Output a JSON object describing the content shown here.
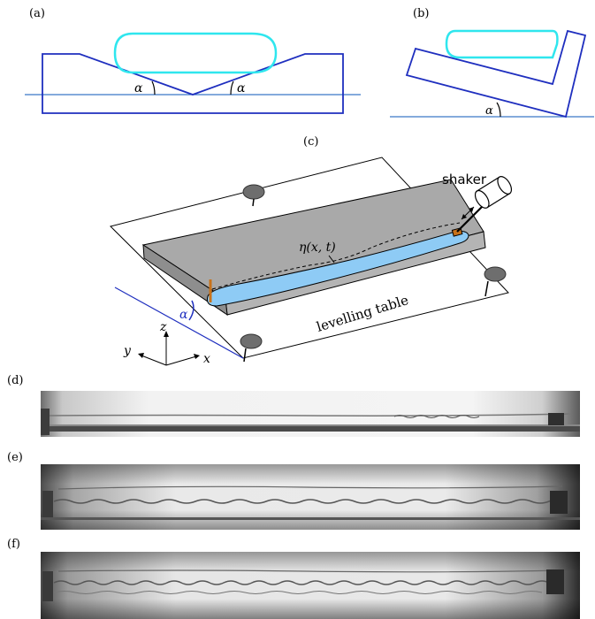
{
  "panels": {
    "a": {
      "label": "(a)",
      "angle_left": "α",
      "angle_right": "α"
    },
    "b": {
      "label": "(b)",
      "angle": "α"
    },
    "c": {
      "label": "(c)",
      "shaker": "shaker",
      "eta": "η(x, t)",
      "table": "levelling table",
      "alpha": "α",
      "axis_z": "z",
      "axis_y": "y",
      "axis_x": "x"
    },
    "d": {
      "label": "(d)"
    },
    "e": {
      "label": "(e)"
    },
    "f": {
      "label": "(f)"
    }
  },
  "colors": {
    "outline": "#1f2fbf",
    "cyan_drop": "#2fe6ee",
    "level_line": "#3a78c8",
    "channel_gray": "#a9a9a9",
    "fluid_blue": "#8ecbf5",
    "rod_orange": "#c8721a"
  }
}
